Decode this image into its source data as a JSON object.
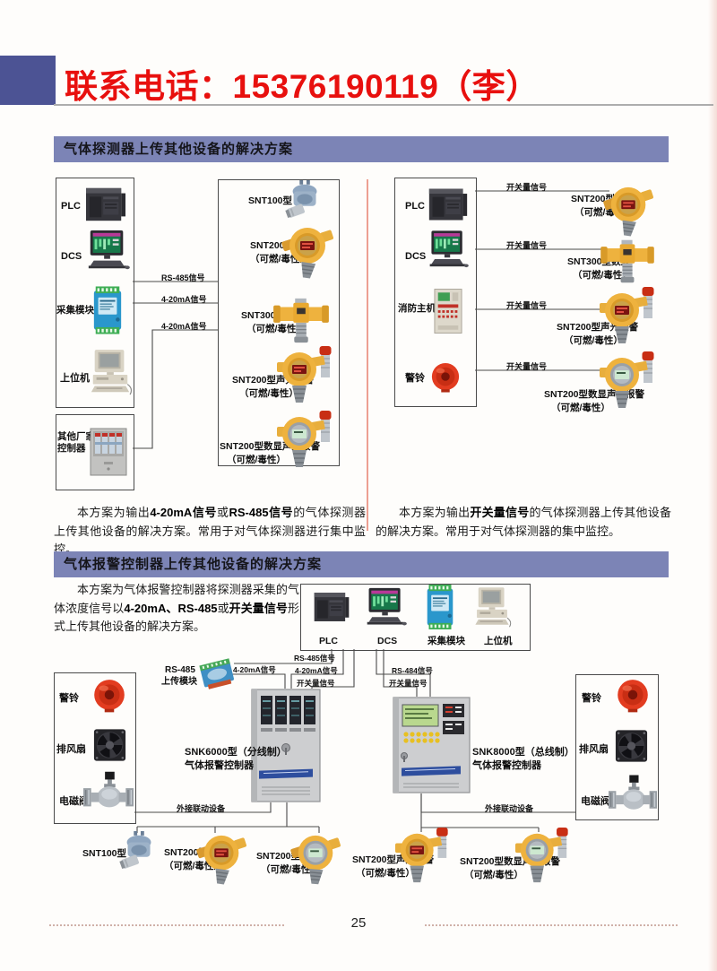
{
  "banner": {
    "phone_text": "联系电话：15376190119（李）"
  },
  "section1": {
    "title": "气体探测器上传其他设备的解决方案",
    "left_devices": {
      "plc": "PLC",
      "dcs": "DCS",
      "daq": "采集模块",
      "host": "上位机",
      "other1": "其他厂家",
      "other2": "控制器"
    },
    "left_signals": {
      "s1": "RS-485信号",
      "s2": "4-20mA信号",
      "s3": "4-20mA信号"
    },
    "left_detectors": {
      "d1": {
        "name": "SNT100型"
      },
      "d2": {
        "name": "SNT200型",
        "sub": "（可燃/毒性）"
      },
      "d3": {
        "name": "SNT300型数显",
        "sub": "（可燃/毒性）"
      },
      "d4": {
        "name": "SNT200型声光报警",
        "sub": "（可燃/毒性）"
      },
      "d5": {
        "name": "SNT200型数显声光报警",
        "sub": "（可燃/毒性）"
      }
    },
    "right_devices": {
      "plc": "PLC",
      "dcs": "DCS",
      "fire": "消防主机",
      "bell": "警铃"
    },
    "right_signals": {
      "s1": "开关量信号",
      "s2": "开关量信号",
      "s3": "开关量信号",
      "s4": "开关量信号"
    },
    "right_detectors": {
      "d1": {
        "name": "SNT200型",
        "sub": "（可燃/毒性）"
      },
      "d2": {
        "name": "SNT300型数显",
        "sub": "（可燃/毒性）"
      },
      "d3": {
        "name": "SNT200型声光报警",
        "sub": "（可燃/毒性）"
      },
      "d4": {
        "name": "SNT200型数显声光报警",
        "sub": "（可燃/毒性）"
      }
    },
    "left_caption": {
      "p1": "本方案为输出",
      "b1": "4-20mA信号",
      "p2": "或",
      "b2": "RS-485信号",
      "p3": "的气体探测器上传其他设备的解决方案。常用于对气体探测器进行集中监控。"
    },
    "right_caption": {
      "p1": "本方案为输出",
      "b1": "开关量信号",
      "p2": "的气体探测器上传其他设备的解决方案。常用于对气体探测器的集中监控。"
    }
  },
  "section2": {
    "title": "气体报警控制器上传其他设备的解决方案",
    "intro": {
      "p1": "本方案为气体报警控制器将探测器采集的气体浓度信号以",
      "b1": "4-20mA、RS-485",
      "p2": "或",
      "b2": "开关量信号",
      "p3": "形式上传其他设备的解决方案。"
    },
    "top_devices": {
      "plc": "PLC",
      "dcs": "DCS",
      "daq": "采集模块",
      "host": "上位机"
    },
    "signals": {
      "rs485": "RS-485信号",
      "ma_left": "4-20mA信号",
      "ma": "4-20mA信号",
      "sw_left": "开关量信号",
      "rs484": "RS-484信号",
      "sw_right": "开关量信号"
    },
    "rs485_module": {
      "l1": "RS-485",
      "l2": "上传模块"
    },
    "snk6000": {
      "l1": "SNK6000型（分线制）",
      "l2": "气体报警控制器"
    },
    "snk8000": {
      "l1": "SNK8000型（总线制）",
      "l2": "气体报警控制器"
    },
    "external_left": "外接联动设备",
    "external_right": "外接联动设备",
    "left_box": {
      "bell": "警铃",
      "fan": "排风扇",
      "valve": "电磁阀"
    },
    "right_box": {
      "bell": "警铃",
      "fan": "排风扇",
      "valve": "电磁阀"
    },
    "detectors": {
      "d1": {
        "name": "SNT100型"
      },
      "d2": {
        "name": "SNT200型",
        "sub": "（可燃/毒性）"
      },
      "d3": {
        "name": "SNT200型数显",
        "sub": "（可燃/毒性）"
      },
      "d4": {
        "name": "SNT200型声光报警",
        "sub": "（可燃/毒性）"
      },
      "d5": {
        "name": "SNT200型数显声光报警",
        "sub": "（可燃/毒性）"
      }
    }
  },
  "footer": {
    "page_number": "25"
  },
  "colors": {
    "header_bar": "#7c84b6",
    "accent_red": "#e8100e",
    "banner_square": "#4c5394",
    "divider_pink": "#eda092"
  }
}
